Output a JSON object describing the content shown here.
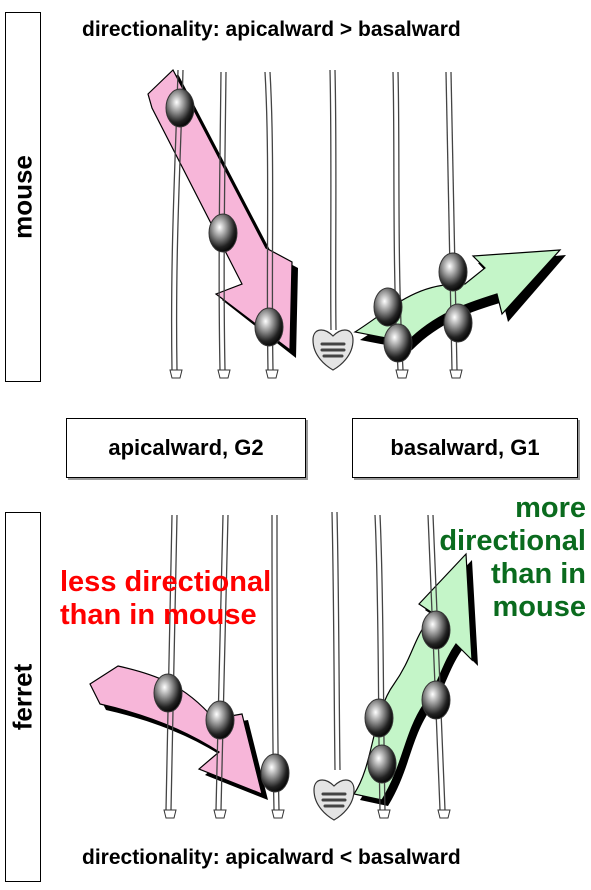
{
  "top_title": "directionality:  apicalward > basalward",
  "bottom_title": "directionality:  apicalward < basalward",
  "species": {
    "top": "mouse",
    "bottom": "ferret"
  },
  "phases": {
    "left": "apicalward, G2",
    "right": "basalward, G1"
  },
  "notes": {
    "less": "less directional\nthan in mouse",
    "more": "more\ndirectional\nthan in\nmouse"
  },
  "colors": {
    "apical_arrow": "#f7b6d9",
    "basal_arrow": "#c4f5c8",
    "less_text": "#ff0000",
    "more_text": "#0a6b1e"
  }
}
